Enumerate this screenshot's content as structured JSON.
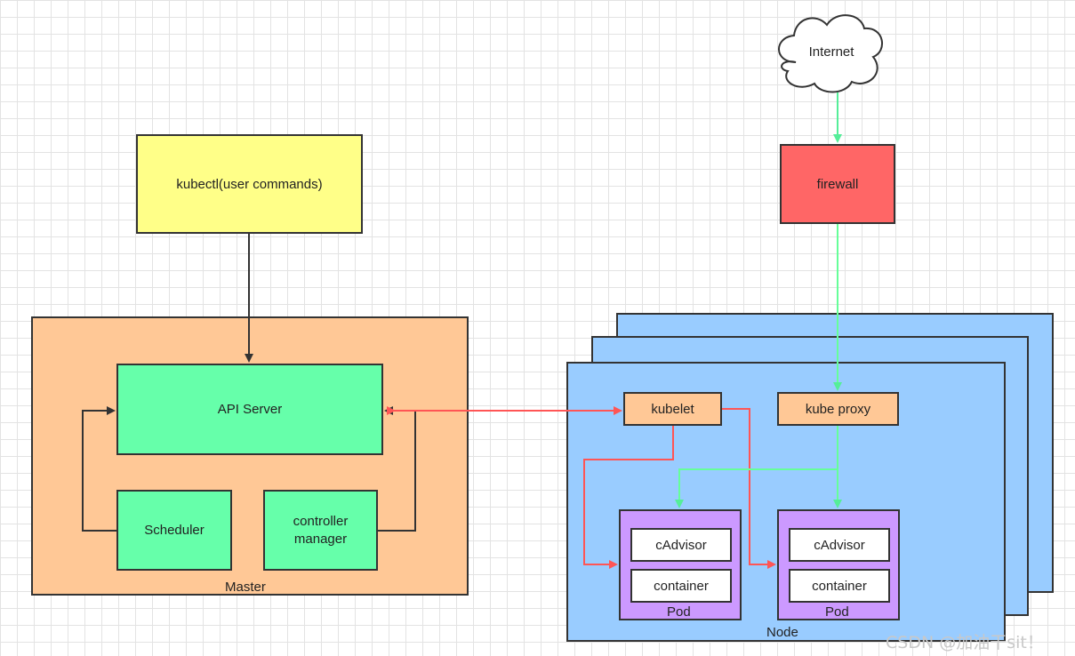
{
  "cloud": {
    "label": "Internet"
  },
  "firewall": {
    "label": "firewall"
  },
  "kubectl": {
    "label": "kubectl(user commands)"
  },
  "master": {
    "label": "Master",
    "api_server": "API Server",
    "scheduler": "Scheduler",
    "controller_manager": "controller manager"
  },
  "node": {
    "label": "Node",
    "kubelet": "kubelet",
    "kube_proxy": "kube proxy",
    "pods": [
      {
        "label": "Pod",
        "cadvisor": "cAdvisor",
        "container": "container"
      },
      {
        "label": "Pod",
        "cadvisor": "cAdvisor",
        "container": "container"
      }
    ]
  },
  "watermark": "CSDN @加油干sit！",
  "colors": {
    "kubectl": "#ffff88",
    "firewall": "#ff6666",
    "master": "#ffc896",
    "green": "#66ffaa",
    "node": "#99ccff",
    "kubecomp": "#ffc896",
    "pod": "#cc99ff",
    "red_arrow": "#ff5555",
    "green_arrow": "#66ff99"
  }
}
